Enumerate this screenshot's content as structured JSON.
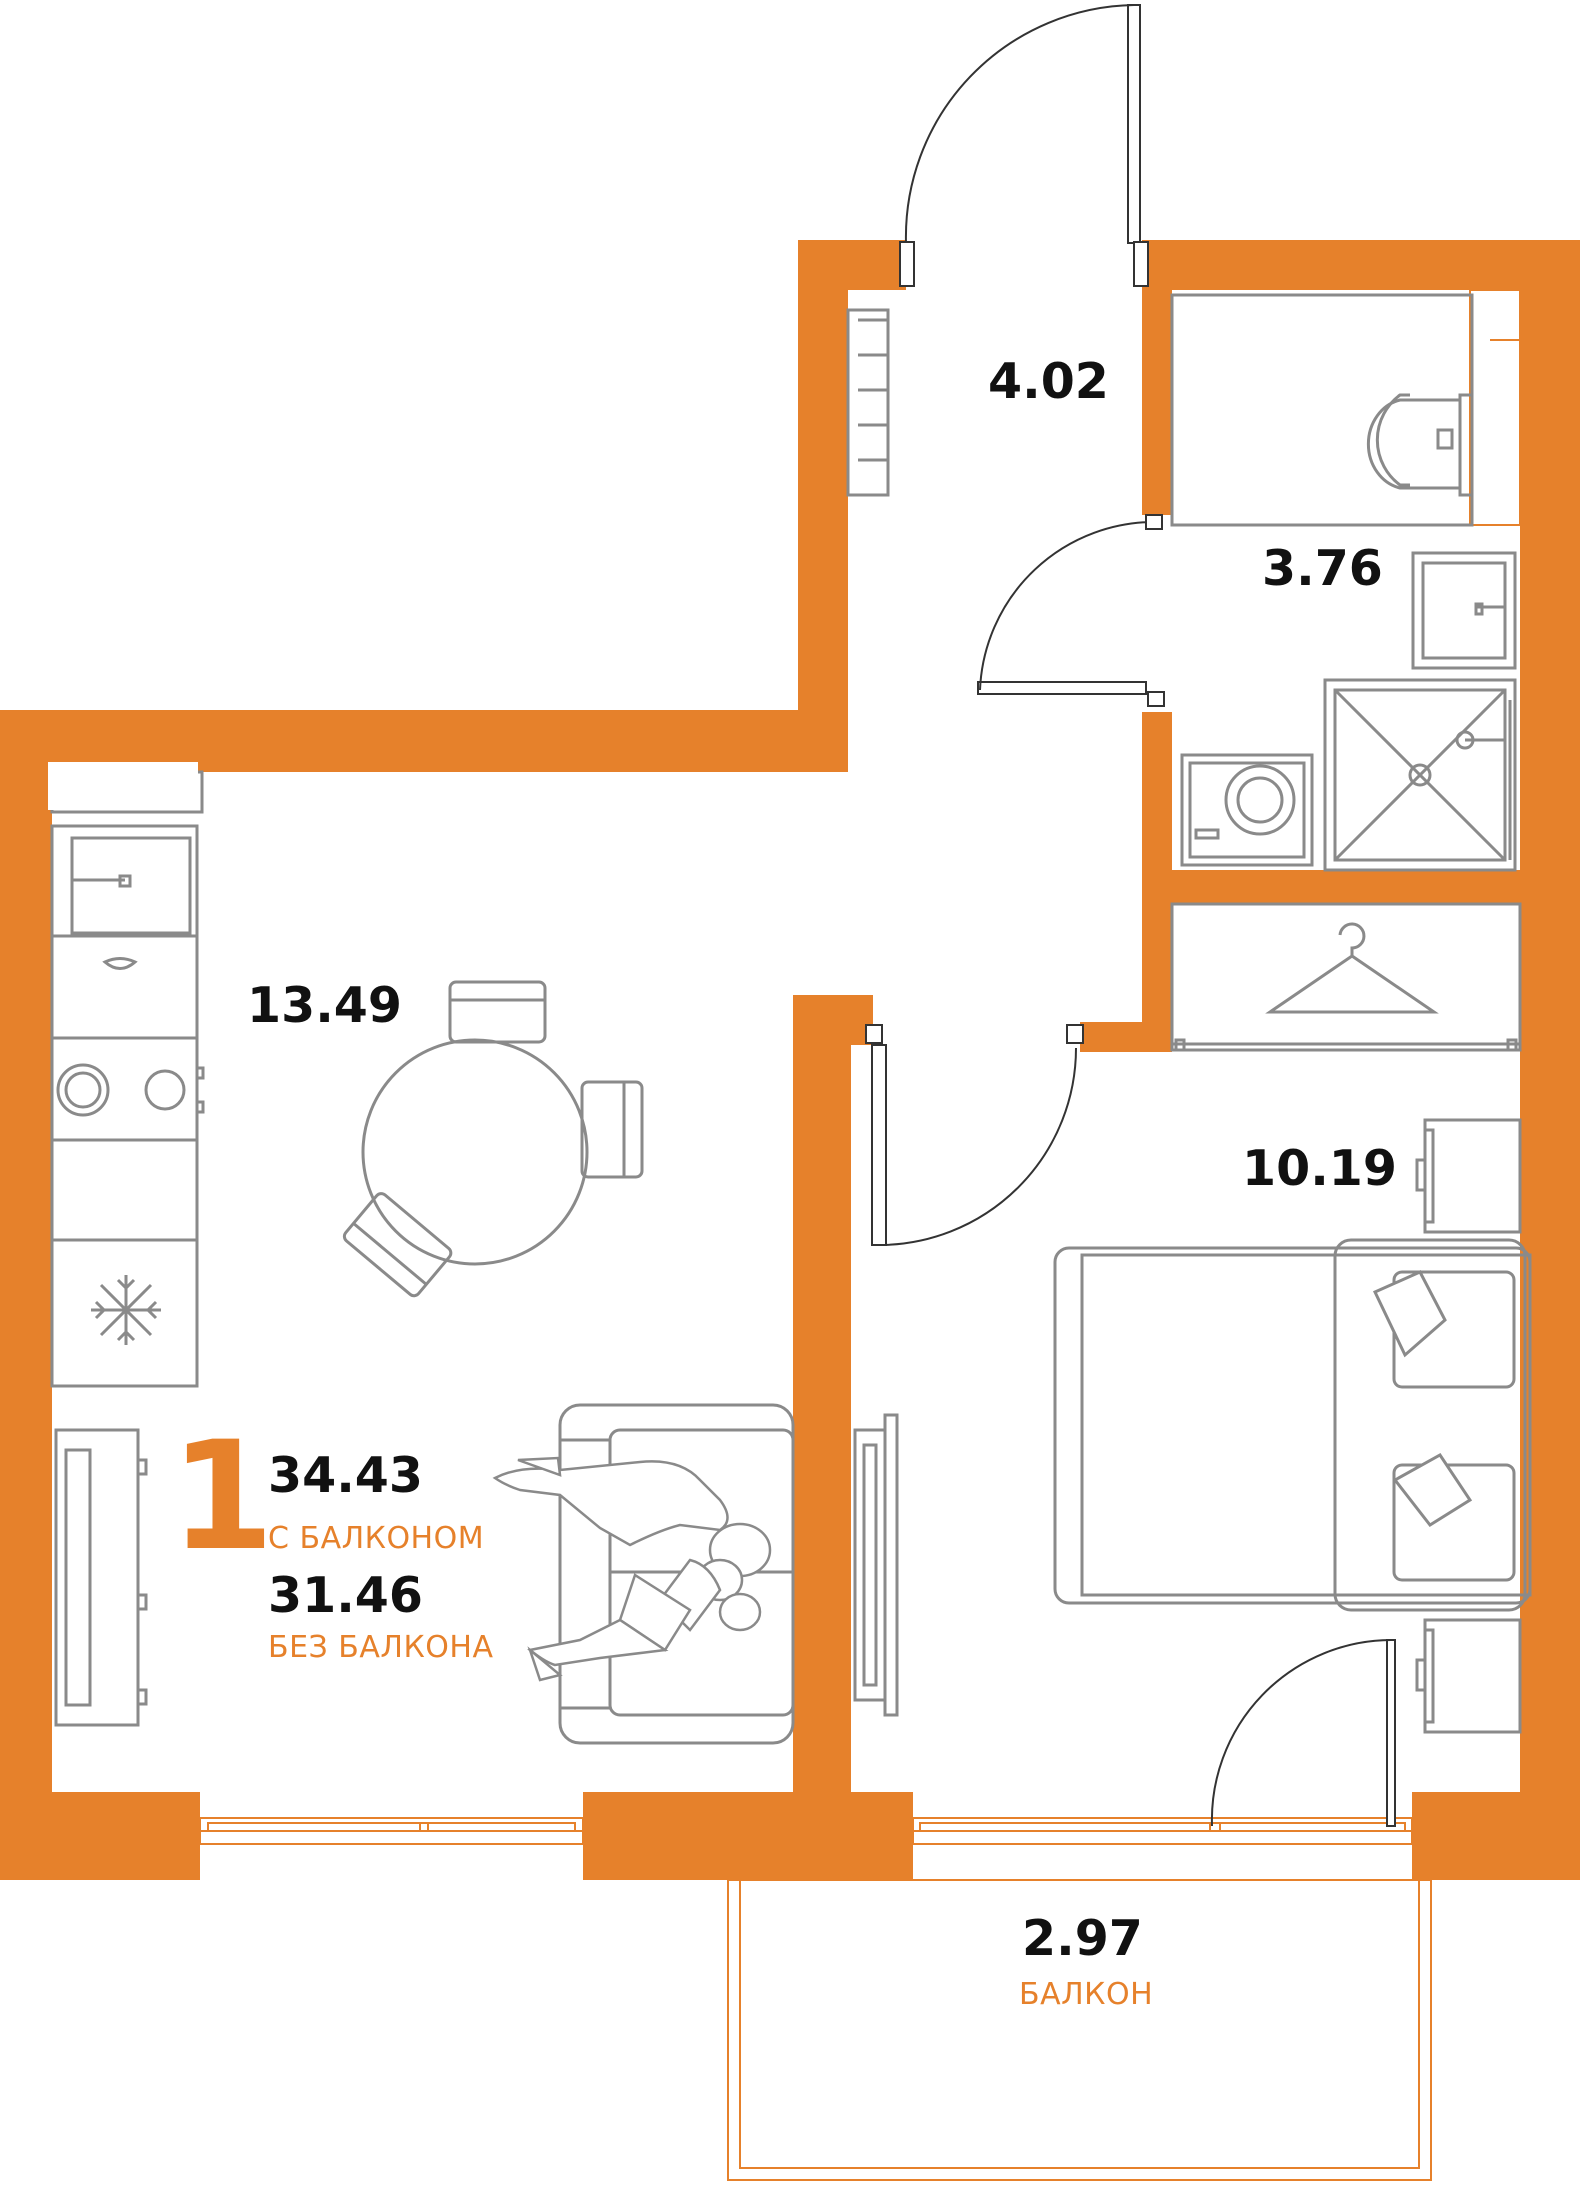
{
  "colors": {
    "wall": "#e6812b",
    "accent": "#e6812b",
    "line": "#8a8a8a",
    "text": "#111111",
    "background": "#ffffff"
  },
  "rooms": {
    "hallway": {
      "area": "4.02"
    },
    "bathroom": {
      "area": "3.76"
    },
    "kitchen_living": {
      "area": "13.49"
    },
    "bedroom": {
      "area": "10.19"
    },
    "balcony": {
      "area": "2.97",
      "label": "БАЛКОН"
    }
  },
  "summary": {
    "rooms_count": "1",
    "total_with_balcony": "34.43",
    "with_balcony_label": "С БАЛКОНОМ",
    "total_without_balcony": "31.46",
    "without_balcony_label": "БЕЗ БАЛКОНА"
  },
  "icons": [
    "wardrobe-icon",
    "toilet-icon",
    "sink-icon",
    "shower-icon",
    "washing-machine-icon",
    "stove-icon",
    "fridge-icon",
    "dining-table-icon",
    "bed-icon",
    "sofa-icon",
    "tv-icon",
    "radiator-icon",
    "hanger-icon"
  ]
}
